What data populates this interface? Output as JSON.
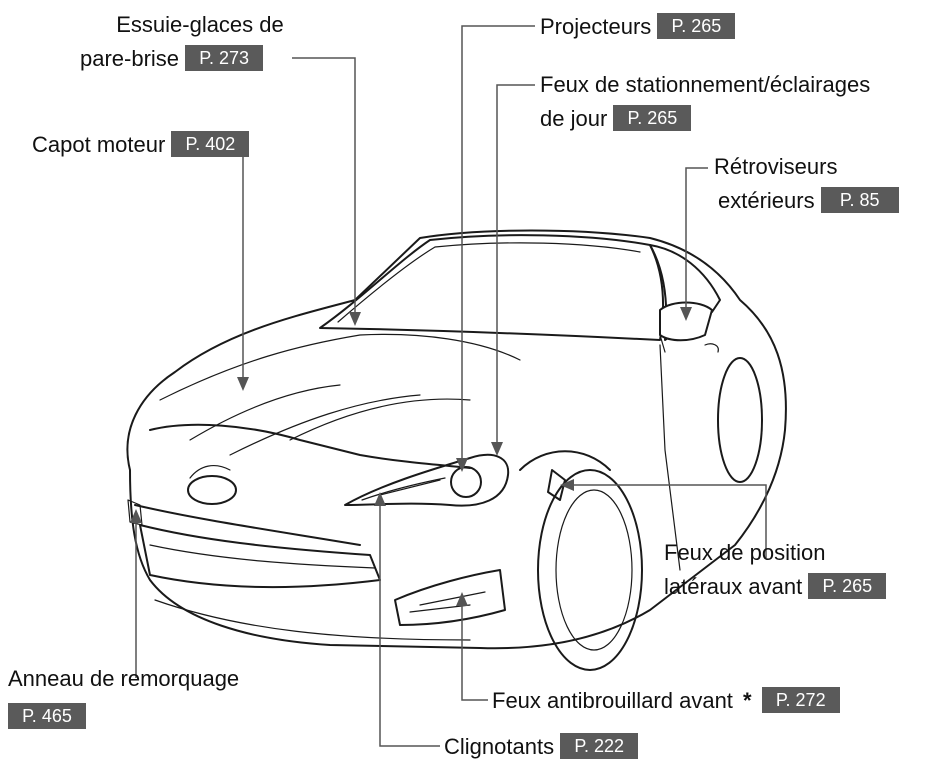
{
  "diagram": {
    "callouts": {
      "wipers": {
        "line1": "Essuie-glaces de",
        "line2": "pare-brise",
        "page": "P. 273"
      },
      "headlights": {
        "line1": "Projecteurs",
        "page": "P. 265"
      },
      "parking": {
        "line1": "Feux de stationnement/éclairages",
        "line2": "de jour",
        "page": "P. 265"
      },
      "hood": {
        "line1": "Capot moteur",
        "page": "P. 402"
      },
      "mirrors": {
        "line1": "Rétroviseurs",
        "line2": "extérieurs",
        "page": "P. 85"
      },
      "side_marker": {
        "line1": "Feux de position",
        "line2": "latéraux avant",
        "page": "P. 265"
      },
      "tow": {
        "line1": "Anneau de remorquage",
        "page": "P. 465"
      },
      "fog": {
        "line1": "Feux antibrouillard avant",
        "mark": "*",
        "page": "P. 272"
      },
      "turn": {
        "line1": "Clignotants",
        "page": "P. 222"
      }
    },
    "colors": {
      "tag_bg": "#5a5a5a",
      "tag_text": "#ffffff",
      "leader": "#555555"
    }
  }
}
